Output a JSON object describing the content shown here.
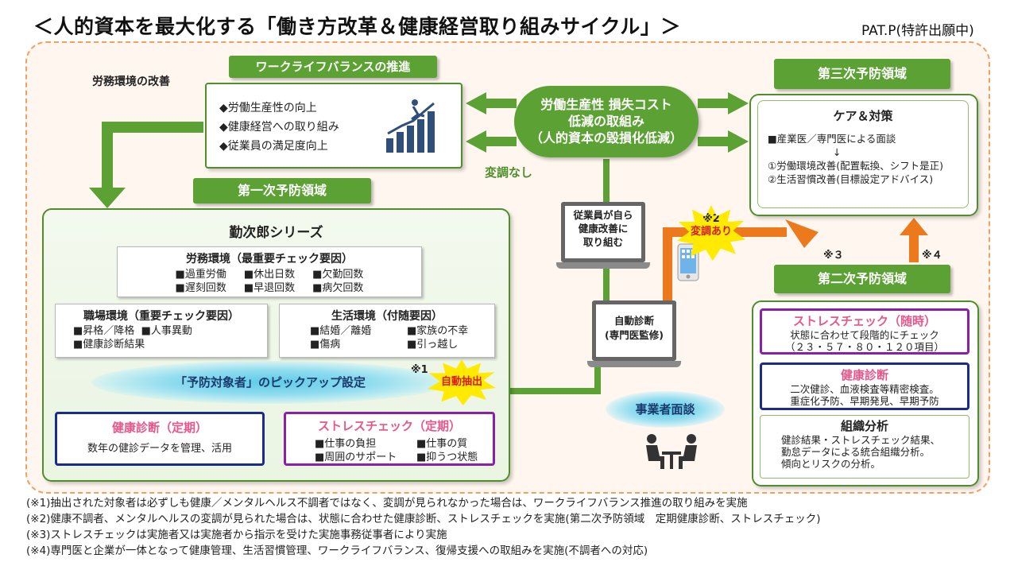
{
  "title": "＜人的資本を最大化する「働き方改革＆健康経営取り組みサイクル」＞",
  "patent": "PAT.P(特許出願中)",
  "wlb": {
    "label": "労務環境の改善",
    "header": "ワークライフバランスの推進",
    "items": [
      "◆労働生産性の向上",
      "◆健康経営への取り組み",
      "◆従業員の満足度向上"
    ]
  },
  "center": {
    "lines": [
      "労働生産性 損失コスト",
      "低減の取組み",
      "（人的資本の毀損化低減）"
    ],
    "no_change": "変調なし"
  },
  "tertiary": {
    "header": "第三次予防領域",
    "box_title": "ケア＆対策",
    "lines": [
      "■産業医／専門医による面談",
      "↓",
      "①労働環境改善(配置転換、シフト是正)",
      "②生活習慣改善(目標設定アドバイス)"
    ]
  },
  "primary": {
    "header": "第一次予防領域",
    "series_title": "勤次郎シリーズ",
    "labor": {
      "title": "労務環境（最重要チェック要因）",
      "items": [
        "■過重労働",
        "■休出日数",
        "■欠勤回数",
        "■遅刻回数",
        "■早退回数",
        "■病欠回数"
      ]
    },
    "workplace": {
      "title": "職場環境（重要チェック要因）",
      "items": [
        "■昇格／降格",
        "■人事異動",
        "■健康診断結果"
      ]
    },
    "life": {
      "title": "生活環境（付随要因）",
      "items": [
        "■結婚／離婚",
        "■家族の不幸",
        "■傷病",
        "■引っ越し"
      ]
    },
    "pickup": "「予防対象者」のピックアップ設定",
    "note1": "※1",
    "auto_extract": "自動抽出",
    "health": {
      "title": "健康診断（定期）",
      "desc": "数年の健診データを管理、活用"
    },
    "stress": {
      "title": "ストレスチェック（定期）",
      "items": [
        "■仕事の負担",
        "■仕事の質",
        "■周囲のサポート",
        "■抑うつ状態"
      ]
    }
  },
  "devices": {
    "self_improve": [
      "従業員が自ら",
      "健康改善に",
      "取り組む"
    ],
    "auto_diag": [
      "自動診断",
      "(専門医監修)"
    ],
    "interview": "事業者面談",
    "note2": "※2",
    "change": "変調あり",
    "note3": "※３",
    "note4": "※４"
  },
  "secondary": {
    "header": "第二次予防領域",
    "stress": {
      "title": "ストレスチェック（随時）",
      "lines": [
        "状態に合わせて段階的にチェック",
        "（２３・５７・８０・１２０項目）"
      ]
    },
    "health": {
      "title": "健康診断",
      "lines": [
        "二次健診、血液検査等精密検査。",
        "重症化予防、早期発見、早期予防"
      ]
    },
    "org": {
      "title": "組織分析",
      "lines": [
        "健診結果・ストレスチェック結果、",
        "勤怠データによる統合組織分析。",
        "傾向とリスクの分析。"
      ]
    }
  },
  "notes": [
    "(※1)抽出された対象者は必ずしも健康／メンタルヘルス不調者ではなく、変調が見られなかった場合は、ワークライフバランス推進の取り組みを実施",
    "(※2)健康不調者、メンタルヘルスの変調が見られた場合は、状態に合わせた健康診断、ストレスチェックを実施(第二次予防領域　定期健康診断、ストレスチェック)",
    "(※3)ストレスチェックは実施者又は実施者から指示を受けた実施事務従事者により実施",
    "(※4)専門医と企業が一体となって健康管理、生活習慣管理、ワークライフバランス、復帰支援への取組みを実施(不調者への対応)"
  ],
  "colors": {
    "green": "#5ca133",
    "orange": "#ec7a1c",
    "pink": "#e8578a",
    "purple": "#8b1fa8",
    "navy": "#1c2b8f",
    "yellow": "#ffea00",
    "glow": "#5ecbe6"
  }
}
